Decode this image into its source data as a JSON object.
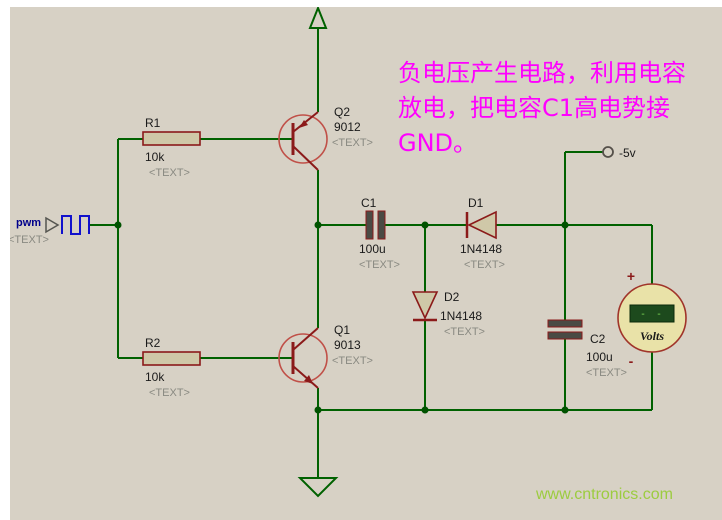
{
  "annotation": {
    "lines": [
      "负电压产生电路，利用电容",
      "放电，把电容C1高电势接",
      "GND。"
    ],
    "color": "#ff00ff"
  },
  "watermark": "www.cntronics.com",
  "input": {
    "label": "pwm",
    "text": "<TEXT>"
  },
  "output_terminal": {
    "label": "-5v"
  },
  "components": {
    "R1": {
      "ref": "R1",
      "value": "10k",
      "text": "<TEXT>"
    },
    "R2": {
      "ref": "R2",
      "value": "10k",
      "text": "<TEXT>"
    },
    "Q1": {
      "ref": "Q1",
      "value": "9013",
      "text": "<TEXT>"
    },
    "Q2": {
      "ref": "Q2",
      "value": "9012",
      "text": "<TEXT>"
    },
    "C1": {
      "ref": "C1",
      "value": "100u",
      "text": "<TEXT>"
    },
    "C2": {
      "ref": "C2",
      "value": "100u",
      "text": "<TEXT>"
    },
    "D1": {
      "ref": "D1",
      "value": "1N4148",
      "text": "<TEXT>"
    },
    "D2": {
      "ref": "D2",
      "value": "1N4148",
      "text": "<TEXT>"
    }
  },
  "voltmeter": {
    "label": "Volts",
    "display": "- -",
    "plus": "+",
    "minus": "-"
  },
  "colors": {
    "background": "#d7d1c5",
    "wire": "#006100",
    "junction": "#005200",
    "component_outline": "#8b1a1a",
    "component_fill": "#cfc8a8",
    "transistor_circle": "#c05048",
    "annotation": "#ff00ff",
    "watermark": "#9ccc3f",
    "pwm_label": "#00008b",
    "pulse_icon": "#1111cc",
    "meter_face": "#e9e2a8",
    "meter_lcd": "#1d4a1d",
    "meter_segments": "#7ed957"
  }
}
